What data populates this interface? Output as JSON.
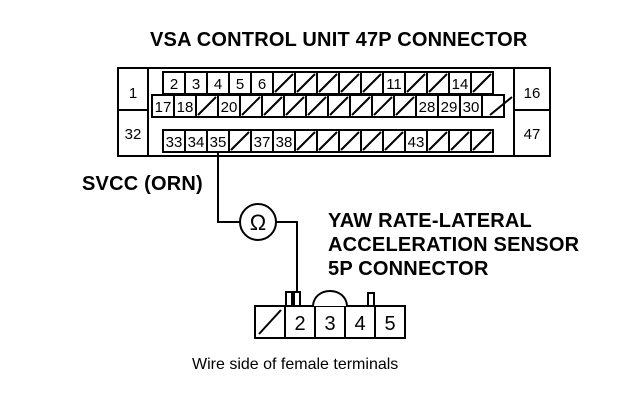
{
  "vsa_connector": {
    "title": "VSA CONTROL UNIT 47P CONNECTOR",
    "row1_labels": [
      "2",
      "3",
      "4",
      "5",
      "6",
      "11",
      "14"
    ],
    "row2_labels": [
      "17",
      "18",
      "20",
      "28",
      "29",
      "30"
    ],
    "row3_labels": [
      "33",
      "34",
      "35",
      "37",
      "38",
      "43"
    ],
    "side_labels": {
      "left_top": "1",
      "left_bottom": "32",
      "right_top": "16",
      "right_bottom": "47"
    }
  },
  "wire": {
    "label": "SVCC (ORN)",
    "meter_symbol": "Ω"
  },
  "sensor": {
    "title_lines": [
      "YAW RATE-LATERAL",
      "ACCELERATION SENSOR",
      "5P CONNECTOR"
    ],
    "terminal_labels": [
      "2",
      "3",
      "4",
      "5"
    ]
  },
  "caption": "Wire side of female terminals"
}
